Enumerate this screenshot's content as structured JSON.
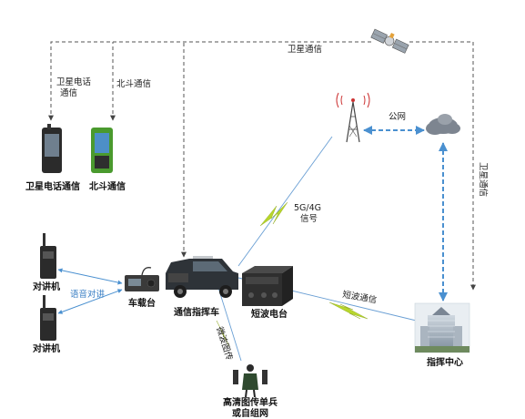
{
  "labels": {
    "sat_comm_top": "卫星通信",
    "sat_phone_line1": "卫星电话",
    "sat_phone_line2": "通信",
    "beidou_comm": "北斗通信",
    "public_network": "公网",
    "sat_comm_right": "卫星通信",
    "sat_phone_device": "卫星电话通信",
    "beidou_device": "北斗通信",
    "net_5g_line1": "5G/4G",
    "net_5g_line2": "信号",
    "walkie_talkie_top": "对讲机",
    "walkie_talkie_bottom": "对讲机",
    "voice_intercom": "语音对讲",
    "vehicle_radio": "车载台",
    "command_vehicle": "通信指挥车",
    "shortwave_radio": "短波电台",
    "shortwave_comm": "短波通信",
    "microwave_image": "微波图传",
    "command_center": "指挥中心",
    "hd_soldier_line1": "高清图传单兵",
    "hd_soldier_line2": "或自组网"
  },
  "colors": {
    "dashed_link": "#555555",
    "blue_link": "#4a90d0",
    "lightning": "#b7d62b",
    "signal_line": "#6a9fd4"
  }
}
